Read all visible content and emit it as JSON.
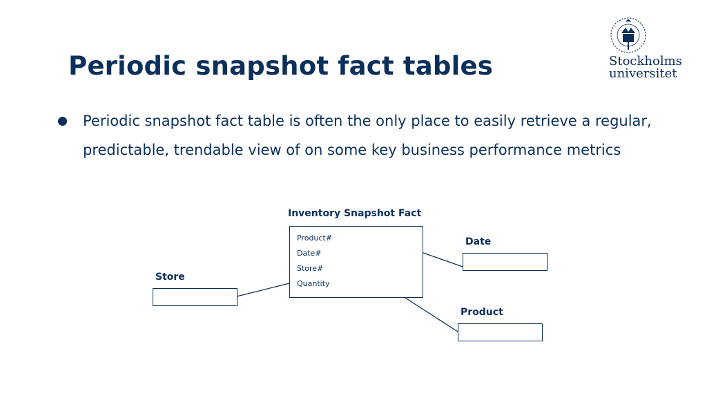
{
  "slide": {
    "title": "Periodic snapshot fact tables",
    "bullet": "Periodic snapshot fact table is often the only place to easily retrieve a regular, predictable, trendable view of on some key business performance metrics"
  },
  "logo": {
    "line1": "Stockholms",
    "line2": "universitet",
    "seal_text": "STOCKHOLMS UNIVERSITET"
  },
  "diagram": {
    "fact_table": {
      "label": "Inventory Snapshot Fact",
      "attributes": [
        "Product#",
        "Date#",
        "Store#",
        "Quantity"
      ]
    },
    "dimensions": {
      "store": "Store",
      "date": "Date",
      "product": "Product"
    }
  },
  "colors": {
    "primary": "#0b2f5b",
    "background": "#ffffff"
  }
}
